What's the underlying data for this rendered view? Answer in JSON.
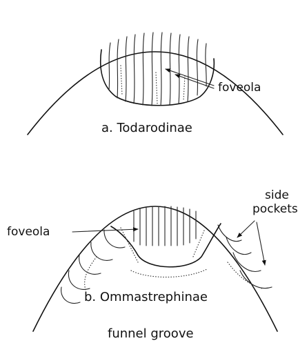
{
  "panel_a": {
    "caption": "a. Todarodinae",
    "foveola_label": "foveola"
  },
  "panel_b": {
    "caption": "b. Ommastrephinae",
    "foveola_label": "foveola",
    "side_pockets_label_line1": "side",
    "side_pockets_label_line2": "pockets",
    "funnel_groove_label": "funnel groove"
  },
  "colors": {
    "ink": "#111111",
    "background": "#ffffff"
  }
}
